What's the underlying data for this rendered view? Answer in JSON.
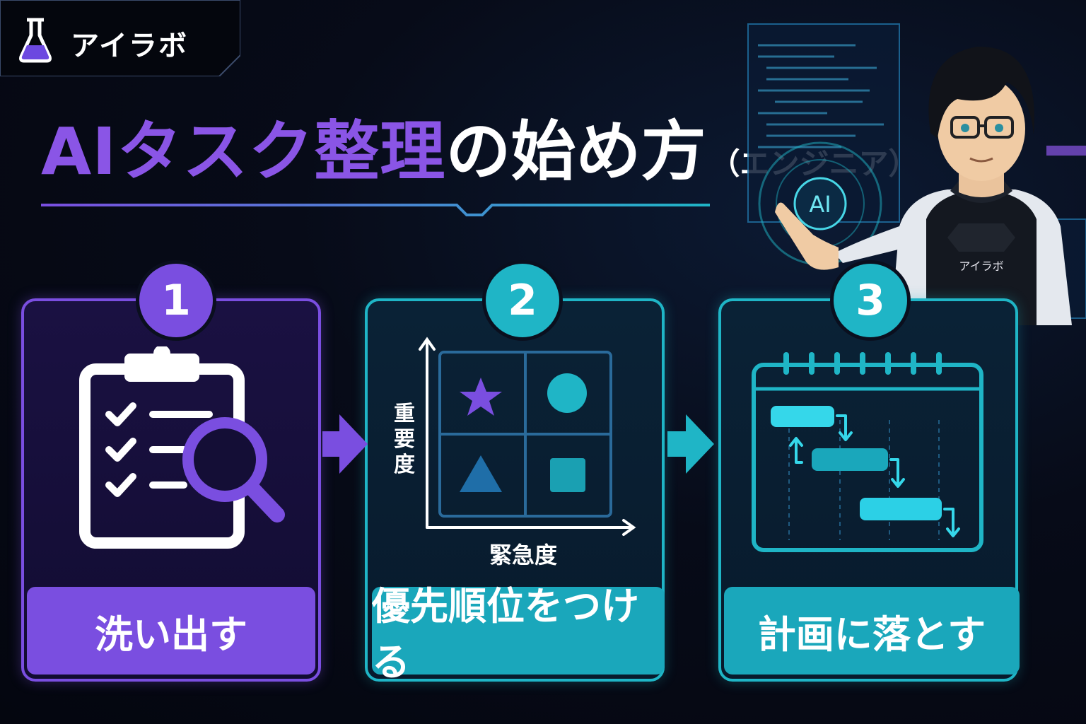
{
  "brand": {
    "name": "アイラボ",
    "icon": "flask-icon"
  },
  "title": {
    "accent": "AIタスク整理",
    "main": "の始め方",
    "sub": "（エンジニア）"
  },
  "scene": {
    "hologram_label": "AI",
    "hoodie_text": "アイラボ"
  },
  "steps": [
    {
      "number": "1",
      "label": "洗い出す",
      "icon": "checklist-search-icon",
      "color": "#7a4ee0"
    },
    {
      "number": "2",
      "label": "優先順位をつける",
      "icon": "priority-matrix-icon",
      "color": "#1fb5c6",
      "axis_y": "重要度",
      "axis_x": "緊急度"
    },
    {
      "number": "3",
      "label": "計画に落とす",
      "icon": "gantt-calendar-icon",
      "color": "#1fb5c6"
    }
  ],
  "colors": {
    "purple": "#7a4ee0",
    "teal": "#1fb5c6",
    "background": "#070b18"
  }
}
